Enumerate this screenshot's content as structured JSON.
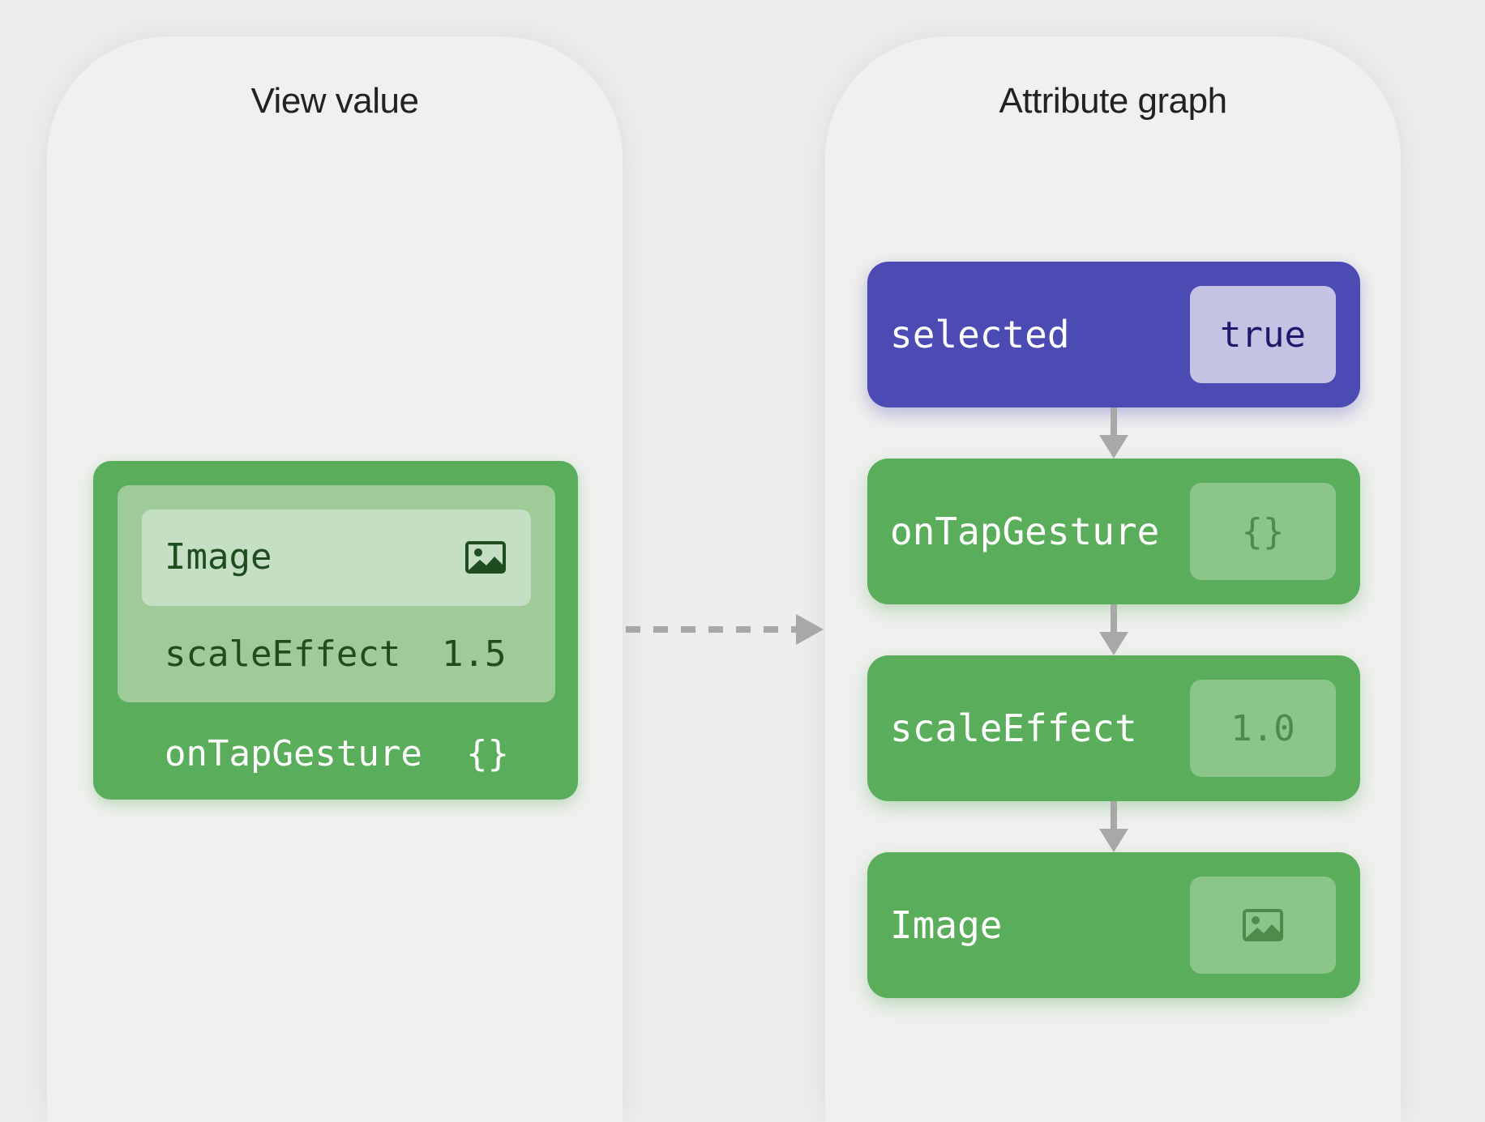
{
  "left_panel": {
    "title": "View value",
    "view": {
      "image_label": "Image",
      "image_icon": "image-icon",
      "scale_label": "scaleEffect",
      "scale_value": "1.5",
      "tap_label": "onTapGesture",
      "tap_value": "{}"
    }
  },
  "right_panel": {
    "title": "Attribute graph",
    "nodes": [
      {
        "label": "selected",
        "value": "true"
      },
      {
        "label": "onTapGesture",
        "value": "{}"
      },
      {
        "label": "scaleEffect",
        "value": "1.0"
      },
      {
        "label": "Image",
        "icon": "image-icon"
      }
    ]
  },
  "colors": {
    "green": "#5aad5a",
    "purple": "#4c4bb4",
    "arrow": "#a8a8a8"
  }
}
